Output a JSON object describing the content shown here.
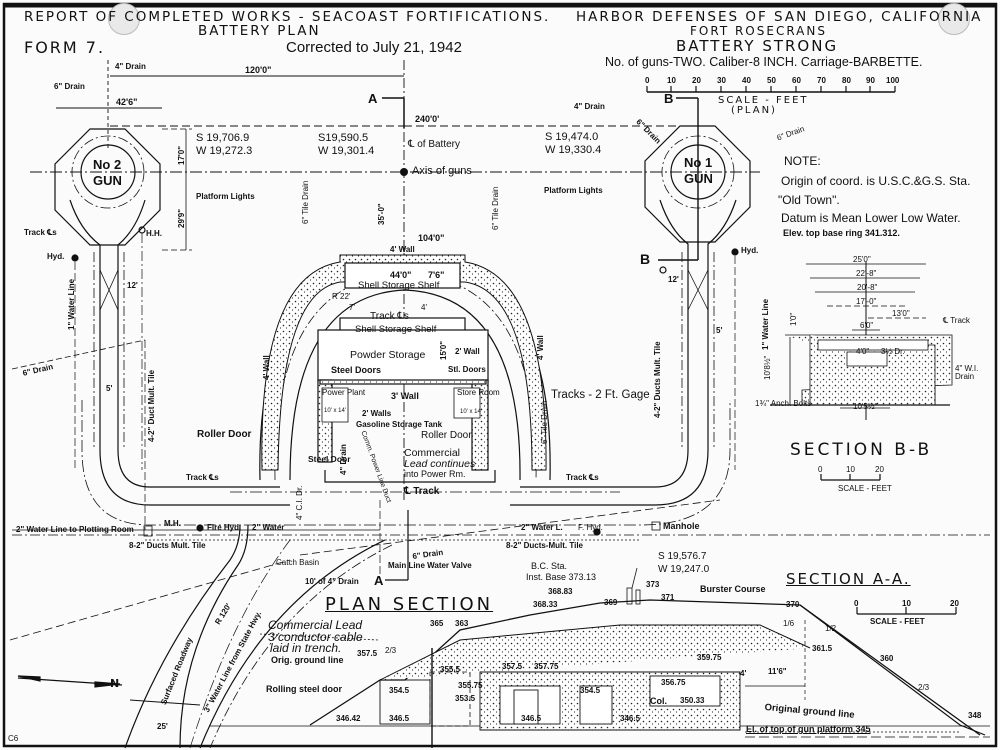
{
  "header": {
    "report_title": "REPORT OF COMPLETED WORKS - SEACOAST FORTIFICATIONS.",
    "sheet_type": "BATTERY PLAN",
    "form": "FORM 7.",
    "corrected": "Corrected to July 21, 1942",
    "defenses": "HARBOR DEFENSES OF SAN DIEGO, CALIFORNIA",
    "fort": "FORT ROSECRANS",
    "battery": "BATTERY STRONG",
    "guns_info": "No. of guns-TWO. Caliber-8 INCH. Carriage-BARBETTE."
  },
  "plan_scale": {
    "ticks": [
      "0",
      "10",
      "20",
      "30",
      "40",
      "50",
      "60",
      "70",
      "80",
      "90",
      "100"
    ],
    "label": "SCALE - FEET",
    "sublabel": "(PLAN)"
  },
  "note": {
    "heading": "NOTE:",
    "line1": "Origin of coord. is U.S.C.&G.S. Sta.",
    "line2": "\"Old Town\".",
    "line3": "Datum is Mean Lower Low Water.",
    "line4": "Elev. top base ring 341.312."
  },
  "plan": {
    "gun2": {
      "label1": "No 2",
      "label2": "GUN",
      "coord_s": "S 19,706.9",
      "coord_w": "W 19,272.3"
    },
    "gun1": {
      "label1": "No 1",
      "label2": "GUN",
      "coord_s": "S 19,474.0",
      "coord_w": "W 19,330.4"
    },
    "axis": {
      "coord_s": "S19,590.5",
      "coord_w": "W 19,301.4",
      "label": "Axis of guns",
      "battery_cl": "℄ of Battery"
    },
    "dims": {
      "d120": "120'0\"",
      "d240": "240'0'",
      "d42": "42'6\"",
      "d35": "35'-0\"",
      "d104": "104'0\"",
      "d17": "17'0\"",
      "d29": "29'9\"",
      "d12a": "12'",
      "d12b": "12'",
      "d5a": "5'",
      "d5b": "5'"
    },
    "labels": {
      "drain4_top": "4\" Drain",
      "drain6_top": "6\" Drain",
      "drain4_right": "4\" Drain",
      "drain6_right": "6\" Drain",
      "drain6_far": "6\" Drain",
      "platform_lights_l": "Platform Lights",
      "platform_lights_r": "Platform Lights",
      "tile_drain_l": "6\" Tile Drain",
      "tile_drain_r": "6\" Tile Drain",
      "track_cl_l": "Track ℄s",
      "track_cl_r": "Track ℄s",
      "hh": "H.H.",
      "hyd_l": "Hyd.",
      "hyd_r": "Hyd.",
      "water_l": "1\" Water Line",
      "water_r": "1\" Water Line",
      "drain6_mid": "6\" Drain",
      "ducts_l": "4-2\" Duct Mult. Tile",
      "ducts_r": "4-2\" Ducts Mult. Tile",
      "wall4_l": "4' Wall",
      "wall4_r": "4' Wall",
      "wall4_top": "4' Wall",
      "roller_door_l": "Roller Door",
      "tracks_gage": "Tracks - 2 Ft. Gage",
      "tile_drain_c": "6\" Tile Drain",
      "track_cl_bl": "Track ℄s",
      "track_cl_br": "Track ℄s",
      "water_plotting": "2\" Water Line to Plotting Room",
      "mh": "M.H.",
      "fire_hyd": "Fire Hyd.",
      "water2": "2\" Water",
      "ducts8_l": "8-2\" Ducts Mult. Tile",
      "water2_r": "2\" Water L.",
      "f_hyd": "F. Hyd.",
      "manhole": "Manhole",
      "ducts8_r": "8-2\" Ducts-Mult. Tile",
      "catch_basin": "Catch Basin",
      "drain4_10": "10' of 4\" Drain",
      "drain6_bottom": "6\" Drain",
      "main_valve": "Main Line Water Valve",
      "cl_track": "℄ Track",
      "ci_drain": "4\" C.I. Dr.",
      "surfaced_roadway": "Surfaced Roadway",
      "r120": "R 120'",
      "water3": "3\" Water Line from State Hwy.",
      "d25": "25'",
      "comm_lead": "Commercial Lead",
      "comm_lead2": "3 conductor cable",
      "comm_lead3": "laid in trench.",
      "sec_a": "A",
      "sec_b": "B"
    },
    "rooms": {
      "shell_storage_top": "Shell Storage Shelf",
      "dim44": "44'0\"",
      "dim76": "7'6\"",
      "r22": "R 22'",
      "track_cl": "Track ℄s",
      "dim7": "7'",
      "dim4": "4'",
      "shell_storage_mid": "Shell Storage Shelf",
      "powder_storage": "Powder Storage",
      "steel_doors": "Steel Doors",
      "stl_doors": "Stl. Doors",
      "wall2": "2' Wall",
      "dim15": "15'0\"",
      "power_plant": "Power Plant",
      "power_plant_dim": "10' x 14'",
      "wall3": "3' Wall",
      "store_room": "Store Room",
      "store_room_dim": "10' x 14'",
      "walls2": "2' Walls",
      "gas_tank": "Gasoline Storage Tank",
      "roller_door": "Roller Door",
      "steel_door": "Steel Door",
      "drain4": "4\" Drain",
      "comm_power": "Comm. Power Line Duct",
      "comm_lead_1": "Commercial",
      "comm_lead_2": "Lead continues",
      "comm_lead_3": "into Power Rm."
    },
    "title": "PLAN SECTION"
  },
  "section_bb": {
    "title": "SECTION B-B",
    "dims": [
      "25'0\"",
      "22'-8\"",
      "20'-8\"",
      "17'-0\"",
      "13'0\"",
      "6'0\"",
      "4'0\"",
      "3½ Dr.",
      "10'8½\"",
      "1'0\"",
      "10'5½\""
    ],
    "labels": {
      "track": "℄ Track",
      "drain": "4\" W.I. Drain",
      "bolts": "1¾\" Anch. Bolts"
    },
    "scale_ticks": [
      "0",
      "10",
      "20"
    ],
    "scale_label": "SCALE - FEET"
  },
  "section_aa": {
    "title": "SECTION A-A.",
    "scale_ticks": [
      "0",
      "10",
      "20"
    ],
    "scale_label": "SCALE - FEET",
    "bc_station": "B.C. Sta.",
    "inst_base": "Inst. Base 373.13",
    "coord_s": "S 19,576.7",
    "coord_w": "W 19,247.0",
    "burster": "Burster Course",
    "elevations": [
      "373",
      "371",
      "370",
      "369",
      "368.83",
      "368.33",
      "365",
      "363",
      "361.5",
      "360",
      "359.75",
      "357.5",
      "357.75",
      "357.5",
      "356.75",
      "355.75",
      "355.5",
      "354.5",
      "354.5",
      "353.5",
      "350.33",
      "348",
      "346.5",
      "346.5",
      "346.5",
      "346.42"
    ],
    "slope1": "1/2",
    "slope2": "2/3",
    "slope3": "2/3",
    "slope4": "1/6",
    "dim4": "4'",
    "dim116": "11'6\"",
    "col": "Col.",
    "orig_ground": "Orig. ground line",
    "original_ground": "Original ground line",
    "gun_platform": "El. of top of gun platform 345",
    "rolling_door": "Rolling steel door"
  },
  "corner_mark": "C6",
  "north": "N"
}
